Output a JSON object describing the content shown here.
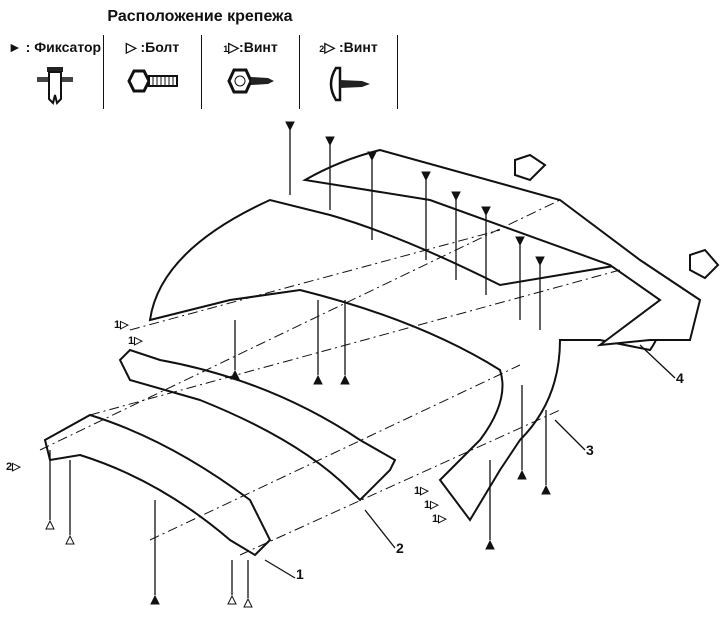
{
  "title": "Расположение крепежа",
  "legend": [
    {
      "symbol": "►",
      "label": "Фиксатор",
      "icon": "clip-fastener-icon"
    },
    {
      "symbol": "▷",
      "label": "Болт",
      "icon": "bolt-icon"
    },
    {
      "symbol": "1▷",
      "label": "Винт",
      "icon": "screw-hex-icon"
    },
    {
      "symbol": "2▷",
      "label": "Винт",
      "icon": "screw-round-icon"
    }
  ],
  "parts": {
    "p1": "1",
    "p2": "2",
    "p3": "3",
    "p4": "4"
  },
  "fastener_callouts": {
    "screw1": "1▷",
    "screw2": "2▷"
  }
}
